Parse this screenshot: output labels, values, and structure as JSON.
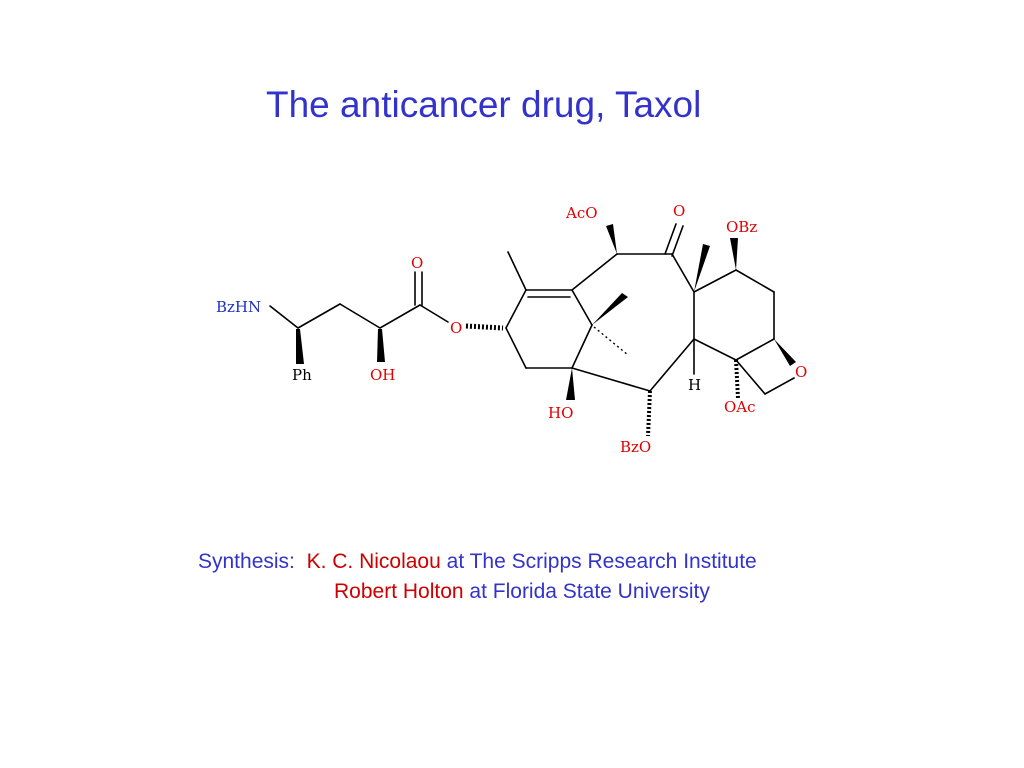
{
  "slide": {
    "title": "The anticancer drug, Taxol"
  },
  "structure": {
    "labels": {
      "bzhn": "BzHN",
      "ph": "Ph",
      "oh_chain": "OH",
      "carbonyl_o": "O",
      "ester_o": "O",
      "aco": "AcO",
      "ketone_o": "O",
      "obz": "OBz",
      "oxetane_o": "O",
      "h": "H",
      "oac": "OAc",
      "ho": "HO",
      "bzo": "BzO"
    },
    "colors": {
      "heteroatom": "#e00000",
      "backbone": "#000000",
      "nitrogen_group": "#2030c0"
    }
  },
  "synthesis": {
    "label": "Synthesis:",
    "person1": "K. C. Nicolaou",
    "institution1": "at The Scripps Research Institute",
    "person2": "Robert Holton",
    "institution2": "at Florida State University"
  }
}
